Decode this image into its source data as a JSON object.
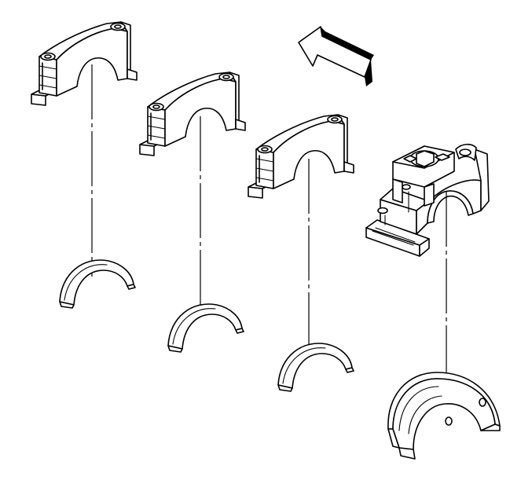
{
  "diagram": {
    "description_components": [
      {
        "id": "cap-1",
        "kind": "main-bearing-cap"
      },
      {
        "id": "cap-2",
        "kind": "main-bearing-cap"
      },
      {
        "id": "cap-3",
        "kind": "main-bearing-cap"
      },
      {
        "id": "cap-4",
        "kind": "rear-main-bearing-cap-with-oil-pump-mount"
      },
      {
        "id": "shell-1",
        "kind": "lower-bearing-shell"
      },
      {
        "id": "shell-2",
        "kind": "lower-bearing-shell"
      },
      {
        "id": "shell-3",
        "kind": "lower-bearing-shell"
      },
      {
        "id": "shell-4",
        "kind": "thrust-bearing-shell"
      }
    ],
    "arrow_icon": "front-direction-arrow-icon",
    "line_color": "#000000",
    "background_color": "#ffffff"
  }
}
